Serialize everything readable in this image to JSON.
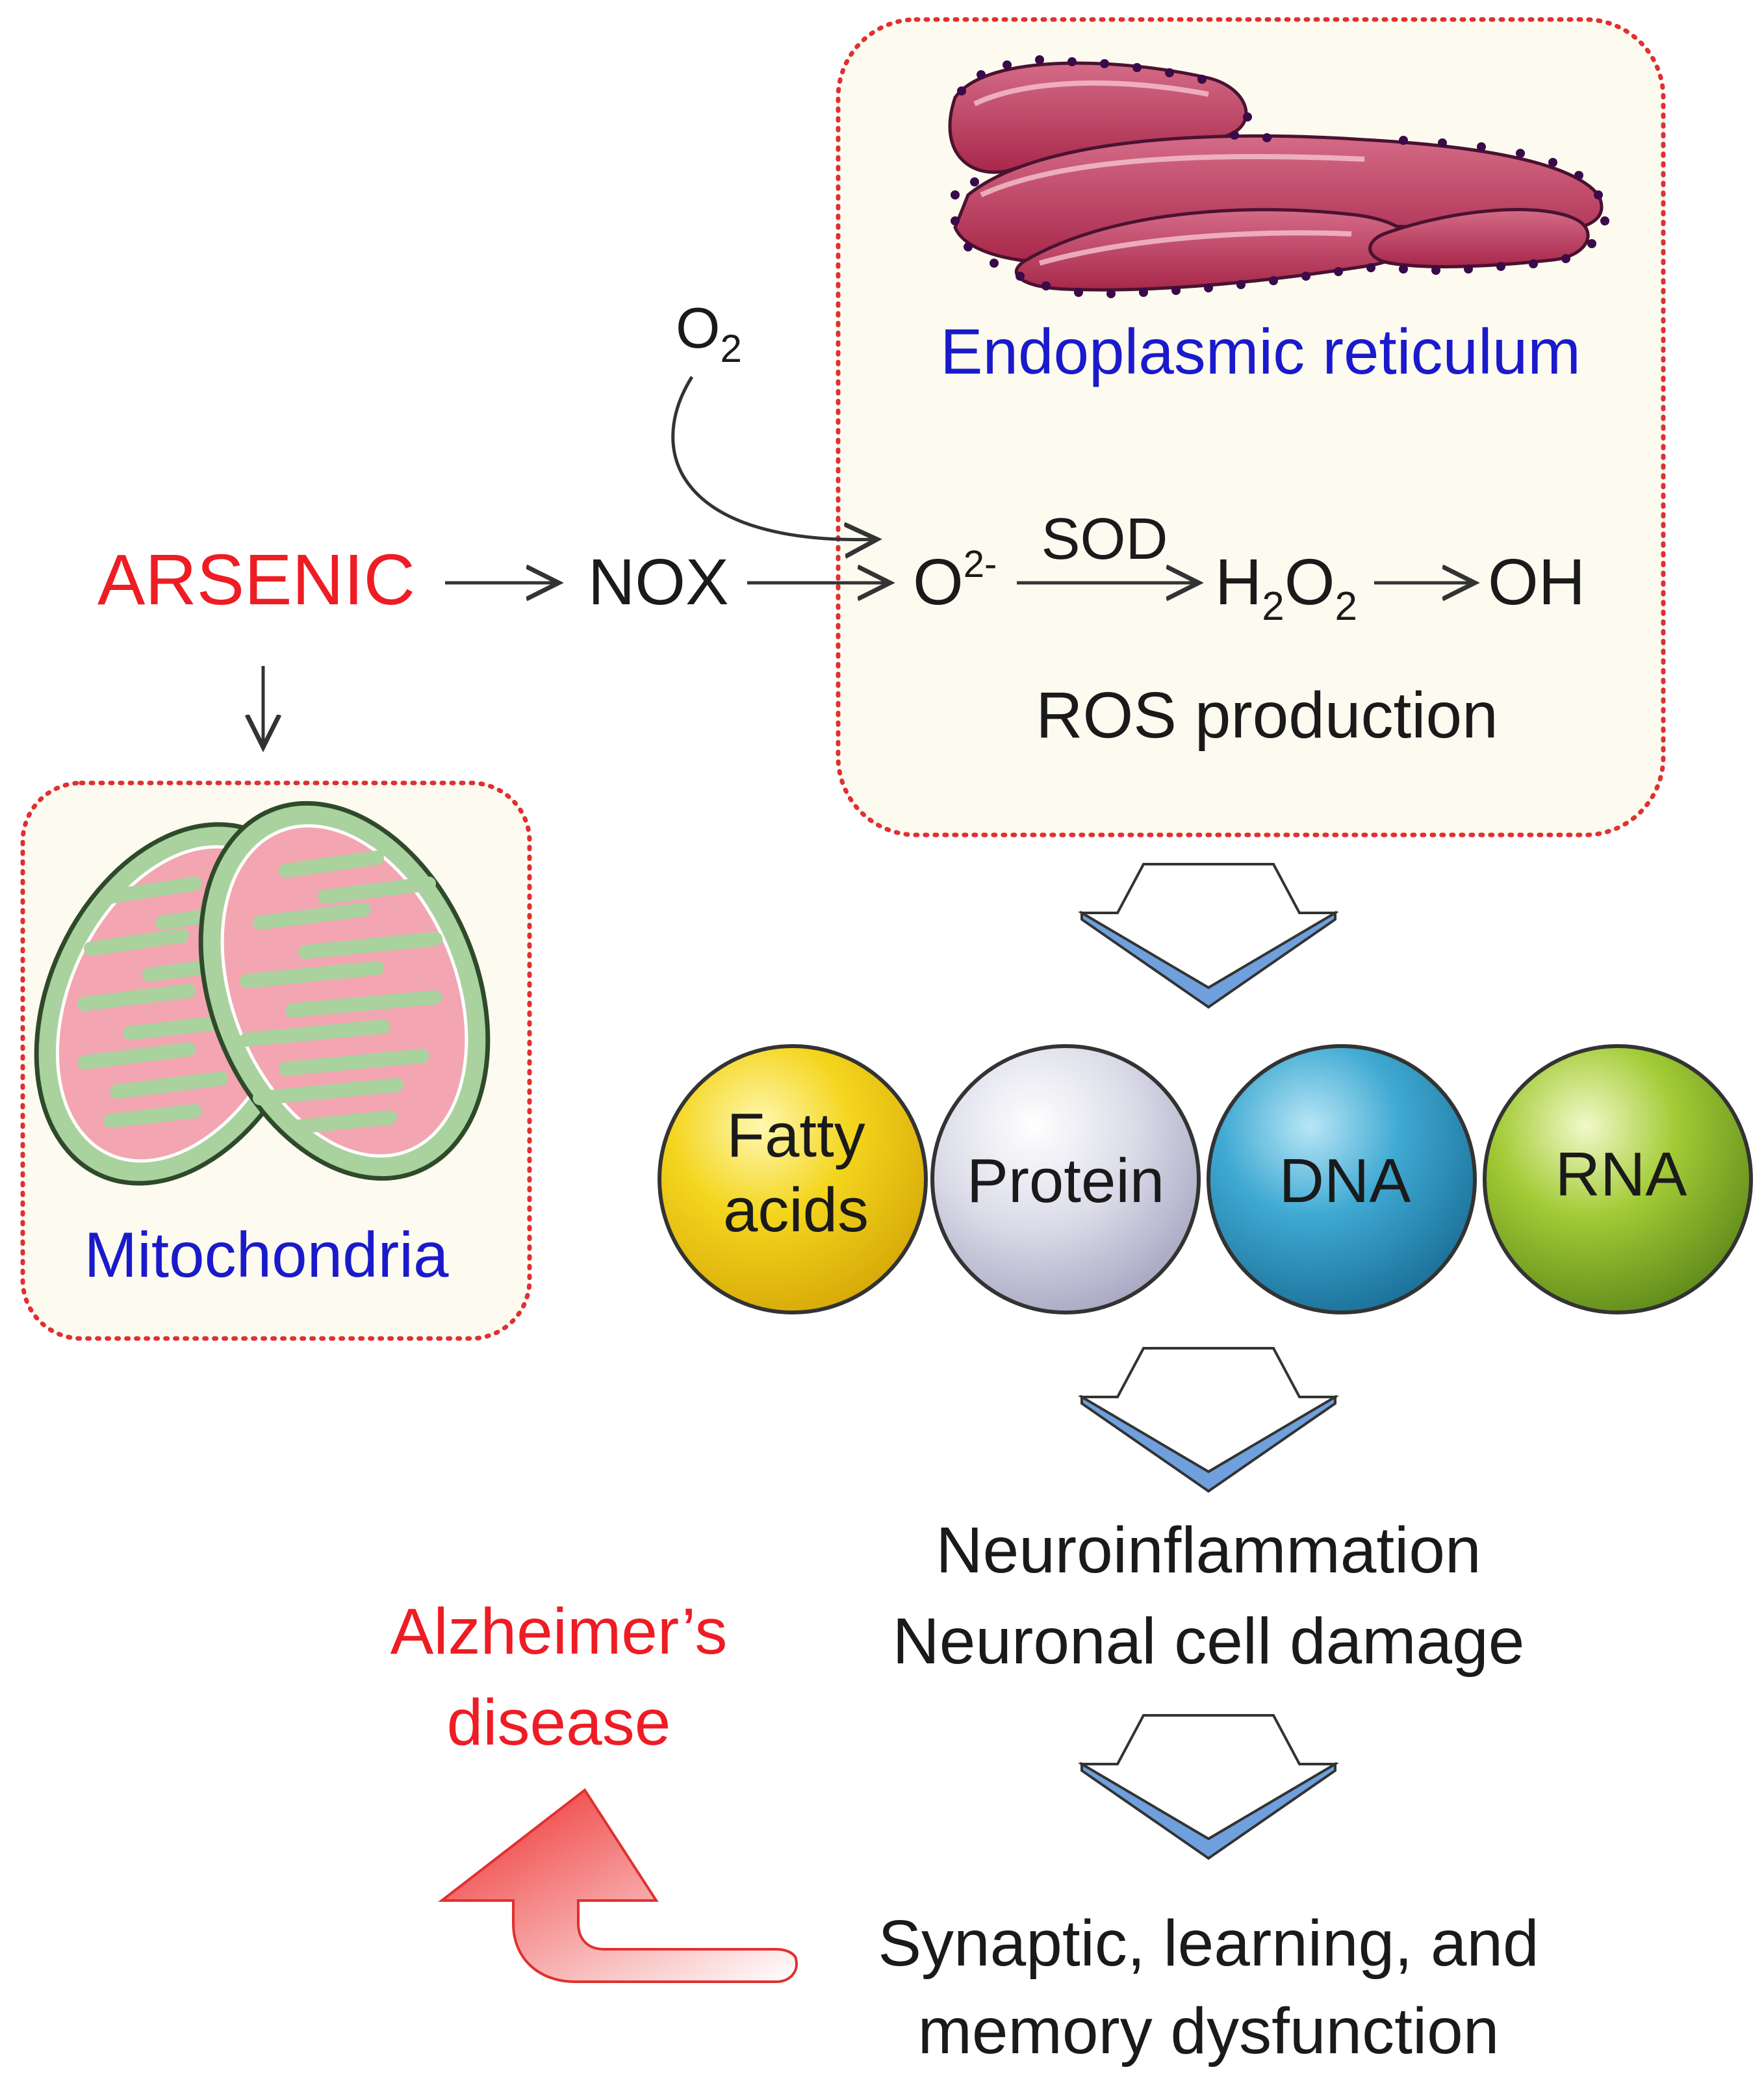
{
  "labels": {
    "arsenic": "ARSENIC",
    "nox": "NOX",
    "o2_main": "O",
    "o2_sub": "2",
    "superoxide_main": "O",
    "superoxide_sup": "2-",
    "sod": "SOD",
    "h2o2_h": "H",
    "h2o2_sub1": "2",
    "h2o2_o": "O",
    "h2o2_sub2": "2",
    "oh": "OH",
    "ros_production": "ROS production",
    "endoplasmic_reticulum": "Endoplasmic reticulum",
    "mitochondria": "Mitochondria",
    "neuroinflammation": "Neuroinflammation",
    "neuronal_cell_damage": "Neuronal cell damage",
    "dysfunction_line1": "Synaptic, learning, and",
    "dysfunction_line2": "memory dysfunction",
    "alzheimers_line1": "Alzheimer’s",
    "alzheimers_line2": "disease"
  },
  "targets": [
    {
      "line1": "Fatty",
      "line2": "acids",
      "color": "#f2d21b"
    },
    {
      "line1": "Protein",
      "line2": "",
      "color": "#d7d7e6"
    },
    {
      "line1": "DNA",
      "line2": "",
      "color": "#3aa6cf"
    },
    {
      "line1": "RNA",
      "line2": "",
      "color": "#9cc634"
    }
  ],
  "colors": {
    "red_label": "#ee1c24",
    "blue_label": "#1a1acc",
    "text": "#1a1a1a",
    "box_border": "#e03030",
    "box_fill": "#fdfbf0",
    "chevron": "#6fa0dd"
  },
  "icons": {
    "er": "endoplasmic-reticulum-icon",
    "mito": "mitochondria-icon"
  }
}
